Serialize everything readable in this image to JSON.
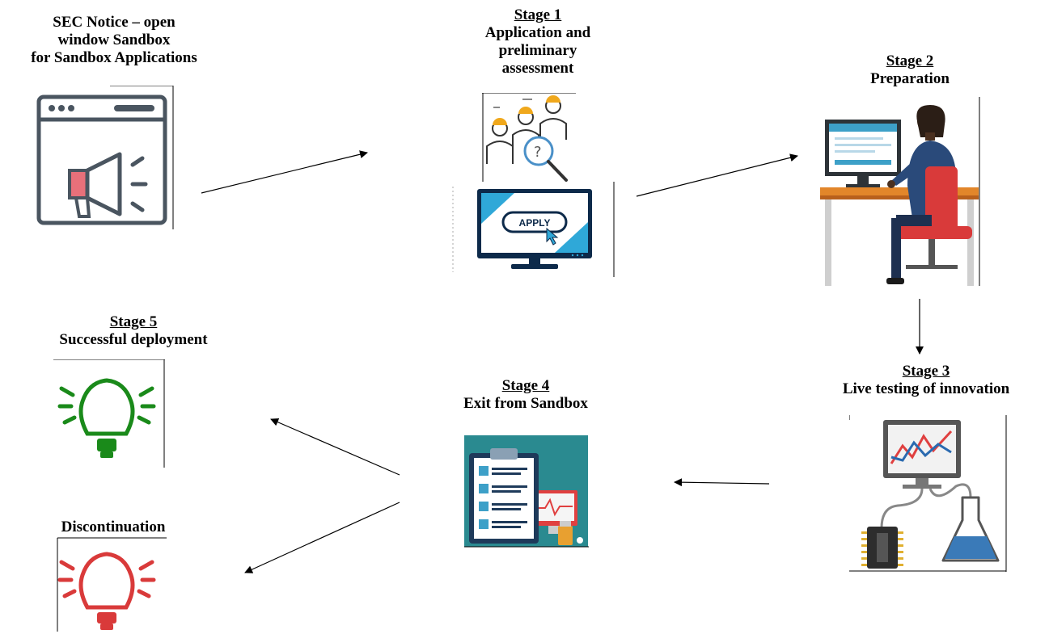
{
  "notice": {
    "line1": "SEC Notice – open",
    "line2": "window Sandbox",
    "line3": "for Sandbox Applications",
    "icon": "megaphone-browser-icon"
  },
  "stage1": {
    "heading": "Stage 1",
    "line1": "Application and",
    "line2": "preliminary",
    "line3": "assessment",
    "apply_label": "APPLY",
    "icon": "people-magnifier-icon"
  },
  "stage2": {
    "heading": "Stage 2",
    "title": "Preparation",
    "icon": "person-at-computer-icon"
  },
  "stage3": {
    "heading": "Stage 3",
    "title": "Live testing of innovation",
    "icon": "lab-monitor-icon"
  },
  "stage4": {
    "heading": "Stage 4",
    "title": "Exit from Sandbox",
    "icon": "clipboard-checklist-icon"
  },
  "stage5": {
    "heading": "Stage 5",
    "title": "Successful deployment",
    "icon": "green-lightbulb-icon",
    "color": "#1a8a1a"
  },
  "discontinuation": {
    "title": "Discontinuation",
    "icon": "red-lightbulb-icon",
    "color": "#d93a3a"
  }
}
